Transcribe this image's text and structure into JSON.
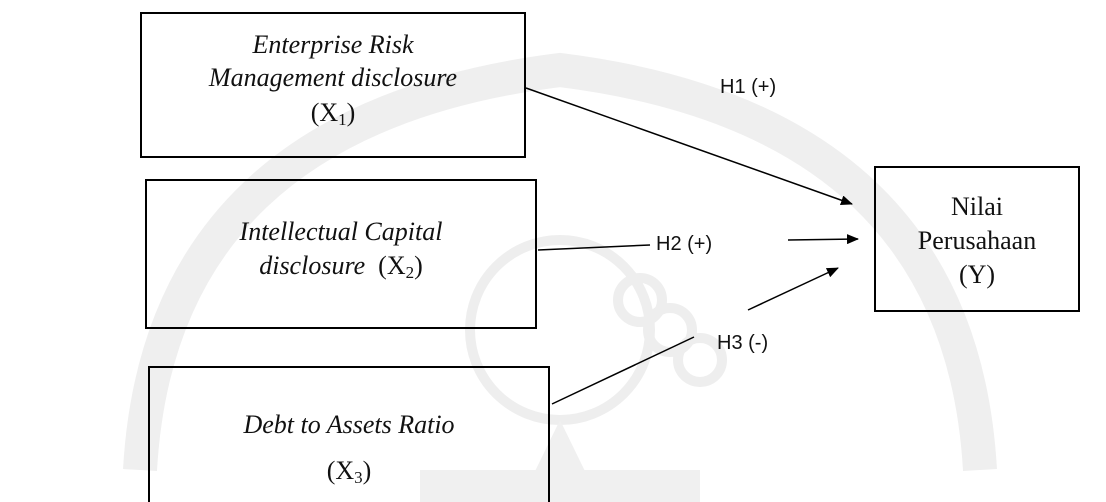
{
  "diagram": {
    "nodes": {
      "x1": {
        "label_line1": "Enterprise Risk",
        "label_line2": "Management disclosure",
        "var": "X",
        "sub": "1"
      },
      "x2": {
        "label_line1": "Intellectual Capital",
        "label_line2": "disclosure",
        "var": "X",
        "sub": "2"
      },
      "x3": {
        "label_line1": "Debt to  Assets Ratio",
        "var": "X",
        "sub": "3"
      },
      "y": {
        "label_line1": "Nilai",
        "label_line2": "Perusahaan",
        "var": "(Y)"
      }
    },
    "hypotheses": [
      {
        "id": "H1",
        "label": "H1 (+)",
        "from": "x1",
        "to": "y"
      },
      {
        "id": "H2",
        "label": "H2 (+)",
        "from": "x2",
        "to": "y"
      },
      {
        "id": "H3",
        "label": "H3 (-)",
        "from": "x3",
        "to": "y"
      }
    ]
  }
}
